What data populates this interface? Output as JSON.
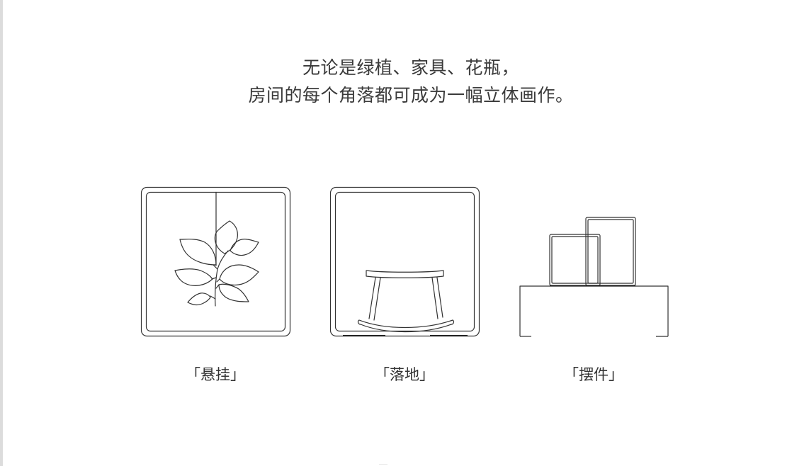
{
  "headline": {
    "line1": "无论是绿植、家具、花瓶，",
    "line2": "房间的每个角落都可成为一幅立体画作。"
  },
  "figures": [
    {
      "icon": "hanging-plant-frame-icon",
      "caption": "「悬挂」"
    },
    {
      "icon": "rocking-stool-frame-icon",
      "caption": "「落地」"
    },
    {
      "icon": "picture-frames-on-table-icon",
      "caption": "「摆件」"
    }
  ],
  "colors": {
    "line": "#333333",
    "text": "#333333",
    "background": "#ffffff",
    "left_edge": "#dcdcdc"
  }
}
